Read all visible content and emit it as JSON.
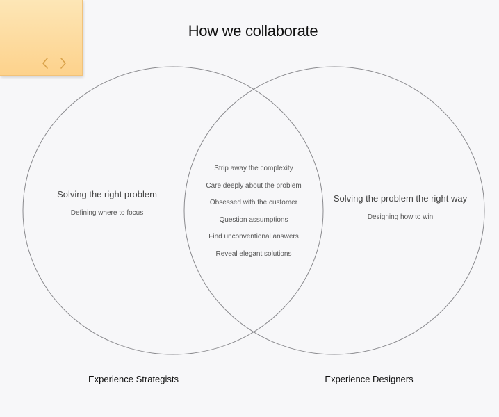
{
  "title": "How we collaborate",
  "sticky_note": {
    "prev_icon": "chevron-left-icon",
    "next_icon": "chevron-right-icon",
    "color": "#fdd28c"
  },
  "left_set": {
    "title": "Solving the right problem",
    "subtitle": "Defining where to focus",
    "label": "Experience Strategists"
  },
  "right_set": {
    "title": "Solving the problem the right way",
    "subtitle": "Designing how to win",
    "label": "Experience Designers"
  },
  "intersection": {
    "items": [
      "Strip away the complexity",
      "Care deeply about the problem",
      "Obsessed with the customer",
      "Question assumptions",
      "Find unconventional answers",
      "Reveal elegant solutions"
    ]
  }
}
